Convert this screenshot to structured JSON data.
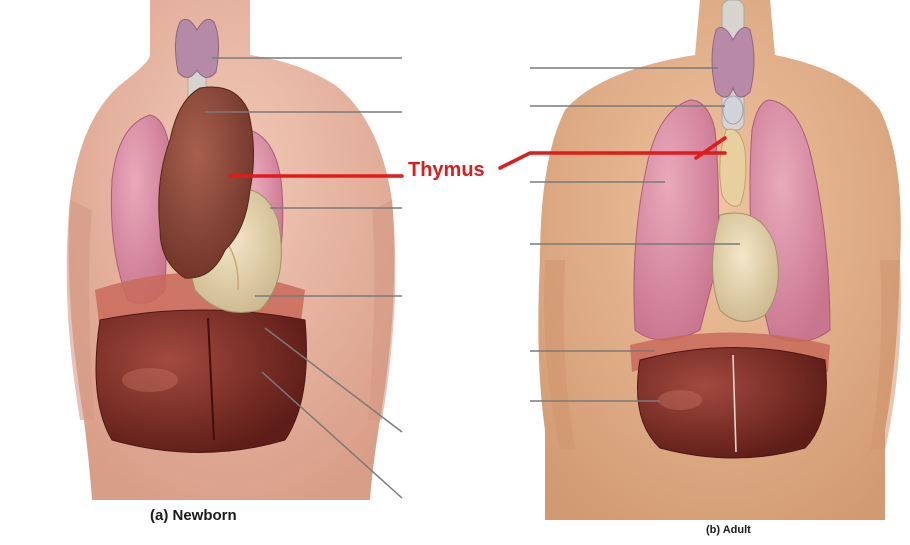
{
  "figure": {
    "highlight_label": "Thymus",
    "captions": {
      "newborn": "(a)  Newborn",
      "adult": "(b)  Adult"
    },
    "colors": {
      "highlight": "#e01b1b",
      "leader_line": "#7a7a7a",
      "skin_newborn": "#e9b9a6",
      "skin_adult": "#e6b48c",
      "lung": "#d98aa3",
      "liver": "#7a2a22",
      "thymus": "#8c4a3a",
      "heart": "#e8d6b0",
      "thyroid": "#b88aa8",
      "diaphragm": "#c96a5a"
    }
  }
}
